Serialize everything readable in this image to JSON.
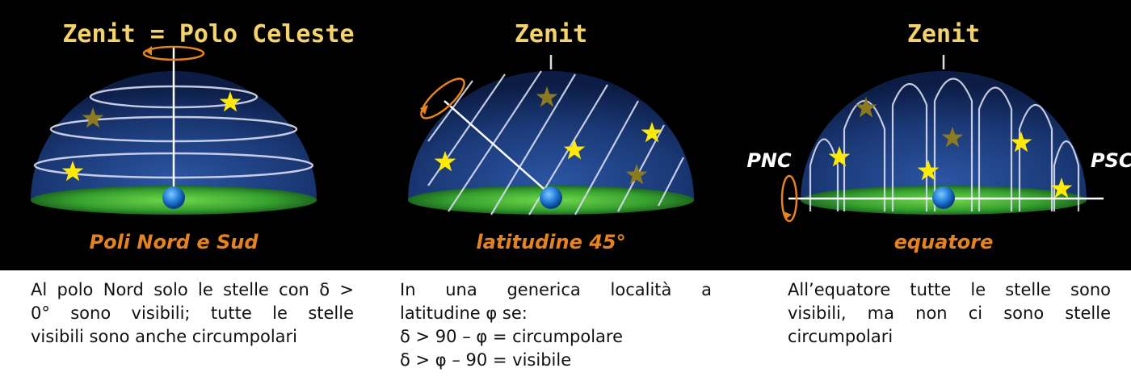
{
  "panels": [
    {
      "top_label": "Zenit = Polo Celeste",
      "bottom_label": "Poli Nord e Sud",
      "caption": [
        "Al polo Nord solo le stelle con δ >",
        "0° sono visibili; tutte le stelle",
        "visibili sono anche circumpolari"
      ]
    },
    {
      "top_label": "Zenit",
      "bottom_label": "latitudine 45°",
      "caption": [
        "In una generica località a",
        "latitudine φ se:",
        "δ > 90 – φ  = circumpolare",
        "δ > φ – 90 = visibile"
      ]
    },
    {
      "top_label": "Zenit",
      "bottom_label": "equatore",
      "left_label": "PNC",
      "right_label": "PSC",
      "caption": [
        "All’equatore tutte le stelle sono",
        "visibili, ma non ci sono stelle",
        "circumpolari"
      ]
    }
  ],
  "colors": {
    "background": "#000000",
    "dome": "#1d3e7e",
    "ground": "#3dae35",
    "zenit_text": "#f3d36a",
    "bottom_text": "#e8821c",
    "star_bright": "#ffea00",
    "star_dim": "#8c7a1e"
  }
}
